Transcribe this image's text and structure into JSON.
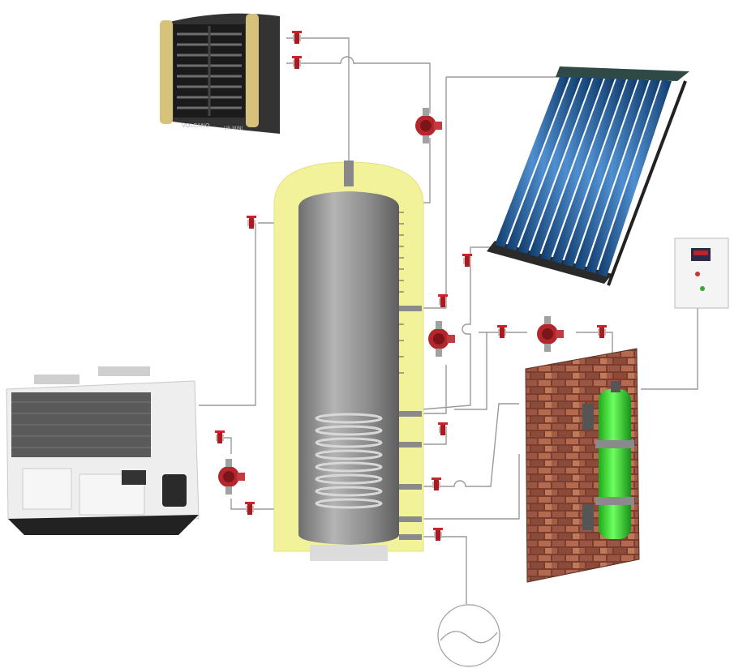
{
  "diagram": {
    "components": [
      {
        "id": "fan-heater",
        "brand_text": "VOLCANO",
        "model_text": "VR MINI"
      },
      {
        "id": "solar-collector"
      },
      {
        "id": "storage-tank"
      },
      {
        "id": "heat-pump"
      },
      {
        "id": "controller"
      },
      {
        "id": "electric-boiler"
      },
      {
        "id": "cold-water-supply"
      }
    ],
    "colors": {
      "pipe": "#9a9a9a",
      "tank_body": "#8c8c8c",
      "tank_insulation": "#f2f29a",
      "valve": "#b01820",
      "pump": "#b3262b",
      "solar_tube": "#1f5c9c",
      "brick": "#8a4a3a",
      "boiler": "#44e03a"
    }
  }
}
